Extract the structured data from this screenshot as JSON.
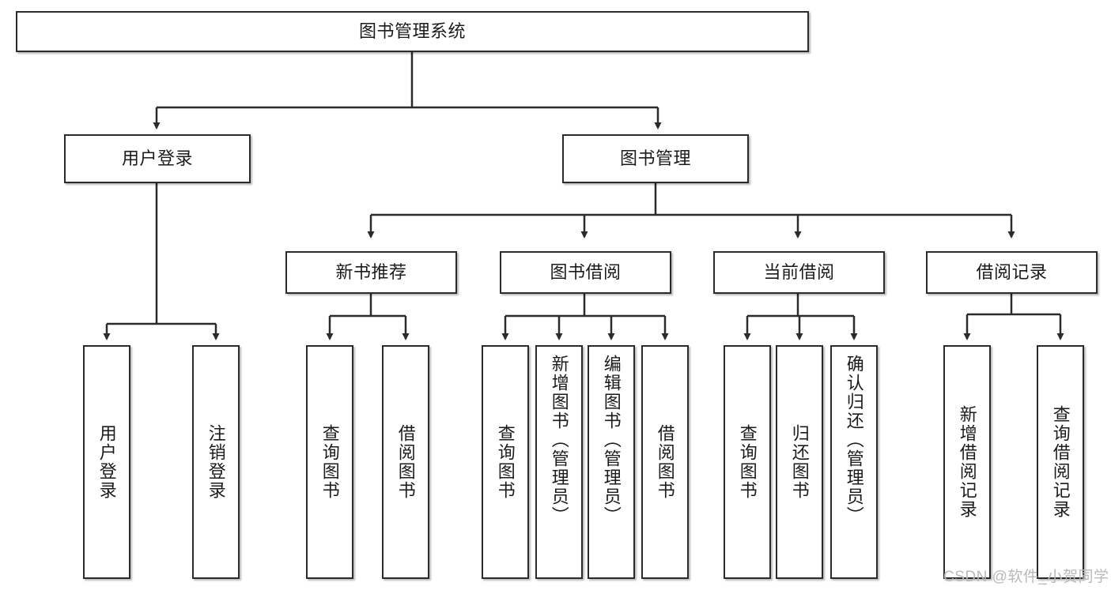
{
  "diagram": {
    "title_node": {
      "label": "图书管理系统"
    },
    "level2": [
      {
        "id": "user-login",
        "label": "用户登录"
      },
      {
        "id": "book-management",
        "label": "图书管理"
      }
    ],
    "level3": [
      {
        "id": "new-book-recommend",
        "label": "新书推荐"
      },
      {
        "id": "book-borrow",
        "label": "图书借阅"
      },
      {
        "id": "current-borrow",
        "label": "当前借阅"
      },
      {
        "id": "borrow-record",
        "label": "借阅记录"
      }
    ],
    "leaves": [
      {
        "id": "leaf-user-login",
        "label": "用户登录",
        "centered": true
      },
      {
        "id": "leaf-logout-login",
        "label": "注销登录",
        "centered": true
      },
      {
        "id": "leaf-query-book-1",
        "label": "查询图书",
        "centered": true
      },
      {
        "id": "leaf-borrow-book-1",
        "label": "借阅图书",
        "centered": true
      },
      {
        "id": "leaf-query-book-2",
        "label": "查询图书",
        "centered": true
      },
      {
        "id": "leaf-add-book",
        "label": "新增图书（管理员）",
        "centered": false
      },
      {
        "id": "leaf-edit-book",
        "label": "编辑图书（管理员）",
        "centered": false
      },
      {
        "id": "leaf-borrow-book-2",
        "label": "借阅图书",
        "centered": true
      },
      {
        "id": "leaf-query-book-3",
        "label": "查询图书",
        "centered": true
      },
      {
        "id": "leaf-return-book",
        "label": "归还图书",
        "centered": true
      },
      {
        "id": "leaf-confirm-return",
        "label": "确认归还（管理员）",
        "centered": false
      },
      {
        "id": "leaf-add-borrow-record",
        "label": "新增借阅记录",
        "centered": true
      },
      {
        "id": "leaf-query-borrow-record",
        "label": "查询借阅记录",
        "centered": true
      }
    ],
    "watermark": "CSDN @软件_小贺同学",
    "colors": {
      "stroke": "#2b2b2b",
      "text": "#1b1b1b",
      "background": "#ffffff",
      "watermark": "#b9b9b9"
    }
  }
}
